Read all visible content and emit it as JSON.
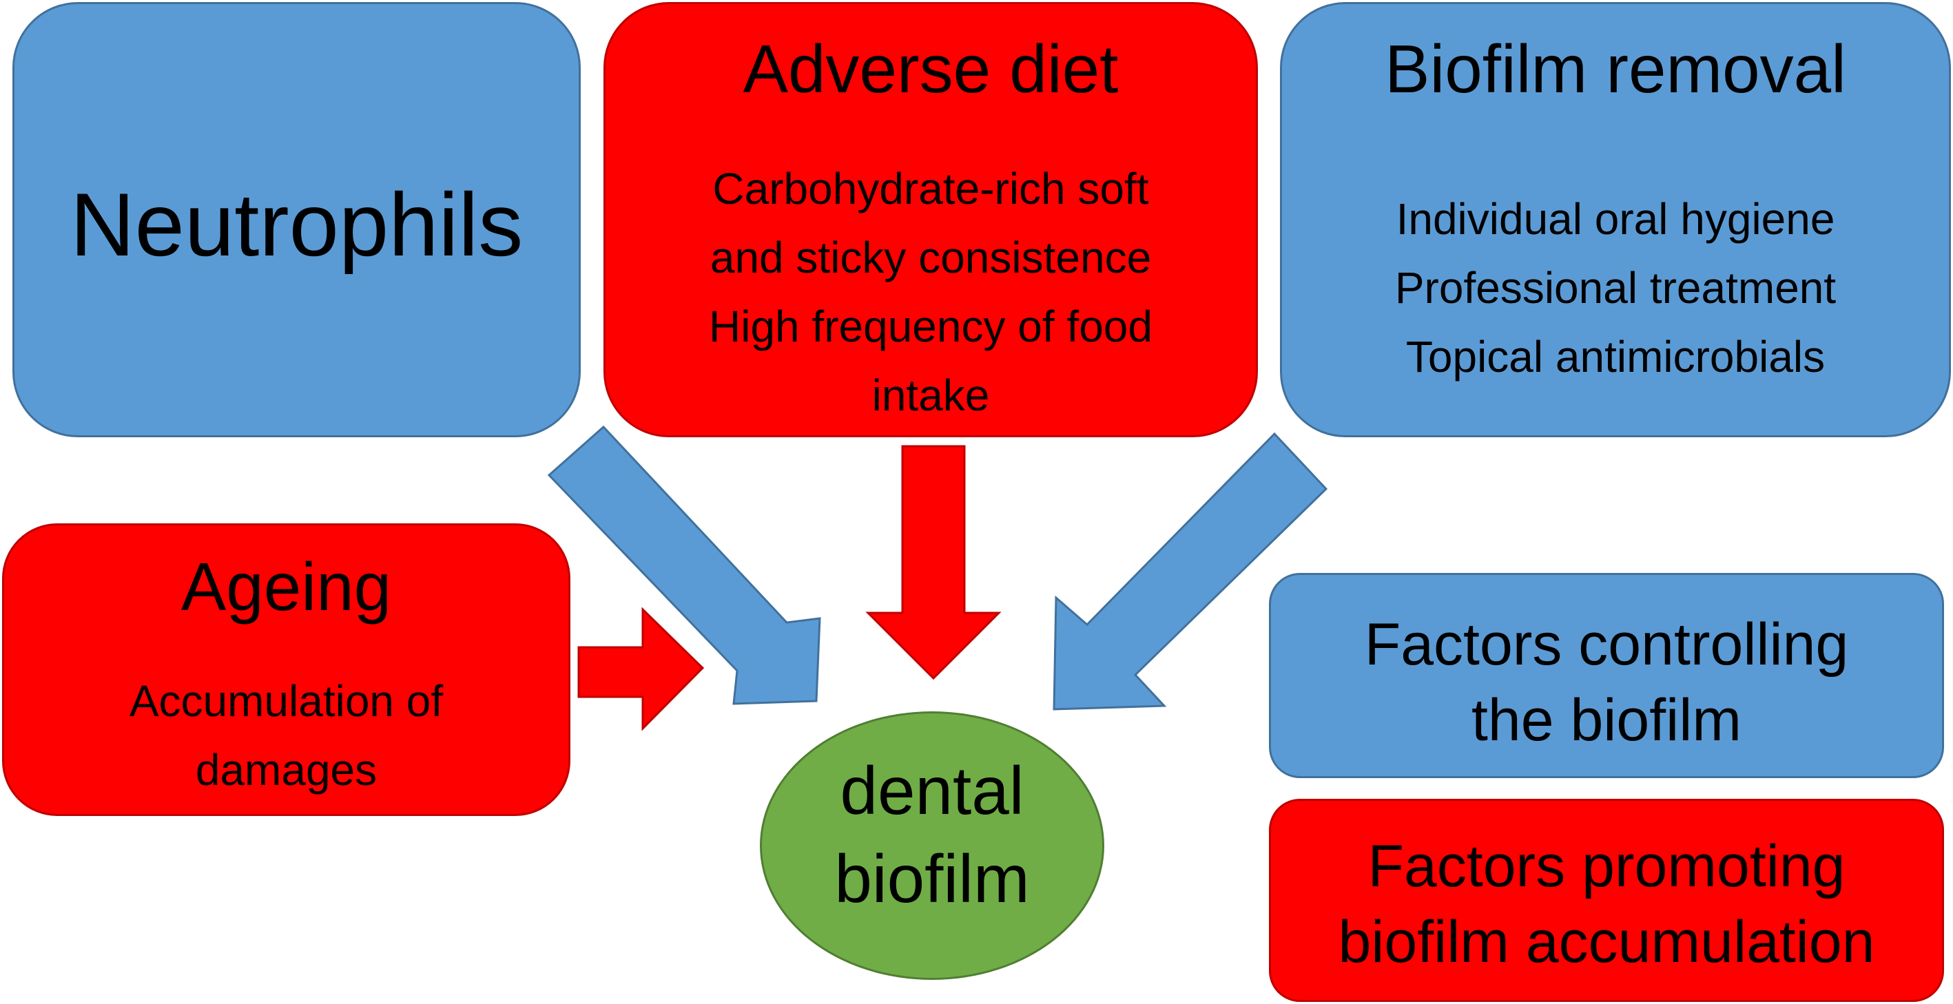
{
  "diagram": {
    "neutrophils": {
      "title": "Neutrophils"
    },
    "adverse_diet": {
      "title": "Adverse diet",
      "lines": [
        "Carbohydrate-rich soft",
        "and sticky consistence",
        "High frequency of food",
        "intake"
      ]
    },
    "biofilm_removal": {
      "title": "Biofilm removal",
      "lines": [
        "Individual oral hygiene",
        "Professional treatment",
        "Topical antimicrobials"
      ]
    },
    "ageing": {
      "title": "Ageing",
      "lines": [
        "Accumulation of",
        "damages"
      ]
    },
    "center": {
      "lines": [
        "dental",
        "biofilm"
      ]
    },
    "legend": {
      "controlling": [
        "Factors controlling",
        "the biofilm"
      ],
      "promoting": [
        "Factors promoting",
        "biofilm accumulation"
      ]
    }
  },
  "colors": {
    "controlling_factor": "#5b9bd5",
    "promoting_factor": "#ff0000",
    "biofilm": "#70ad47"
  }
}
